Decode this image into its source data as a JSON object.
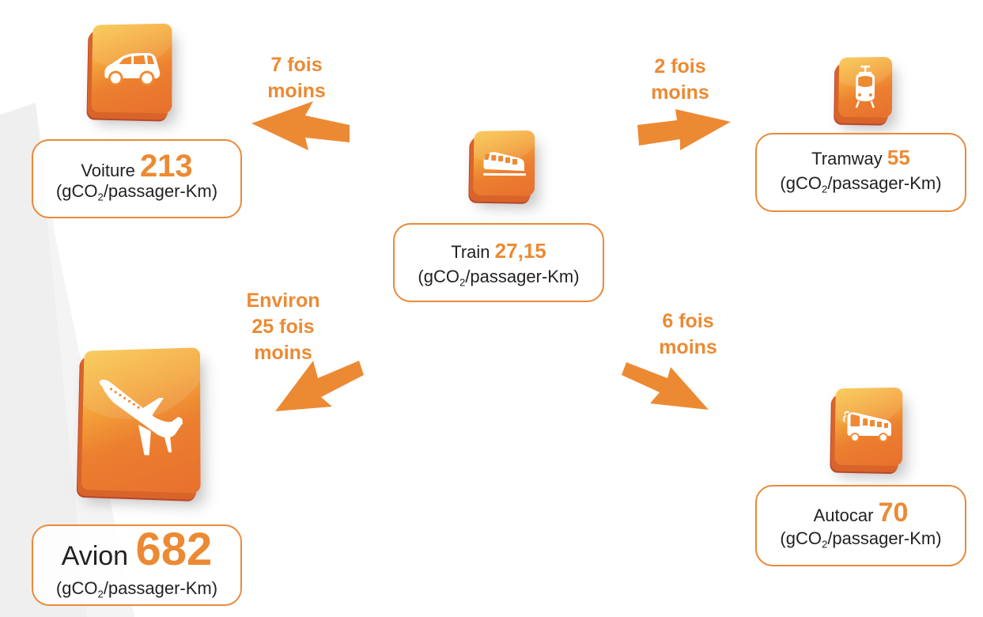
{
  "colors": {
    "accent": "#ec8a34",
    "arrow": "#ec8a34",
    "border": "#e98a3a",
    "text": "#222222",
    "background_shape": "#eeeeee"
  },
  "unit": {
    "prefix": "(gCO",
    "subscript": "2",
    "suffix": "/passager-Km)"
  },
  "modes": {
    "voiture": {
      "label": "Voiture",
      "value": "213",
      "icon": "car-icon"
    },
    "tramway": {
      "label": "Tramway",
      "value": "55",
      "icon": "tram-icon"
    },
    "train": {
      "label": "Train",
      "value": "27,15",
      "icon": "train-icon"
    },
    "avion": {
      "label": "Avion",
      "value": "682",
      "icon": "airplane-icon"
    },
    "autocar": {
      "label": "Autocar",
      "value": "70",
      "icon": "bus-icon"
    }
  },
  "comparisons": {
    "voiture": {
      "line1": "7 fois",
      "line2": "moins"
    },
    "tramway": {
      "line1": "2 fois",
      "line2": "moins"
    },
    "avion": {
      "line1": "Environ",
      "line2": "25 fois",
      "line3": "moins"
    },
    "autocar": {
      "line1": "6 fois",
      "line2": "moins"
    }
  }
}
